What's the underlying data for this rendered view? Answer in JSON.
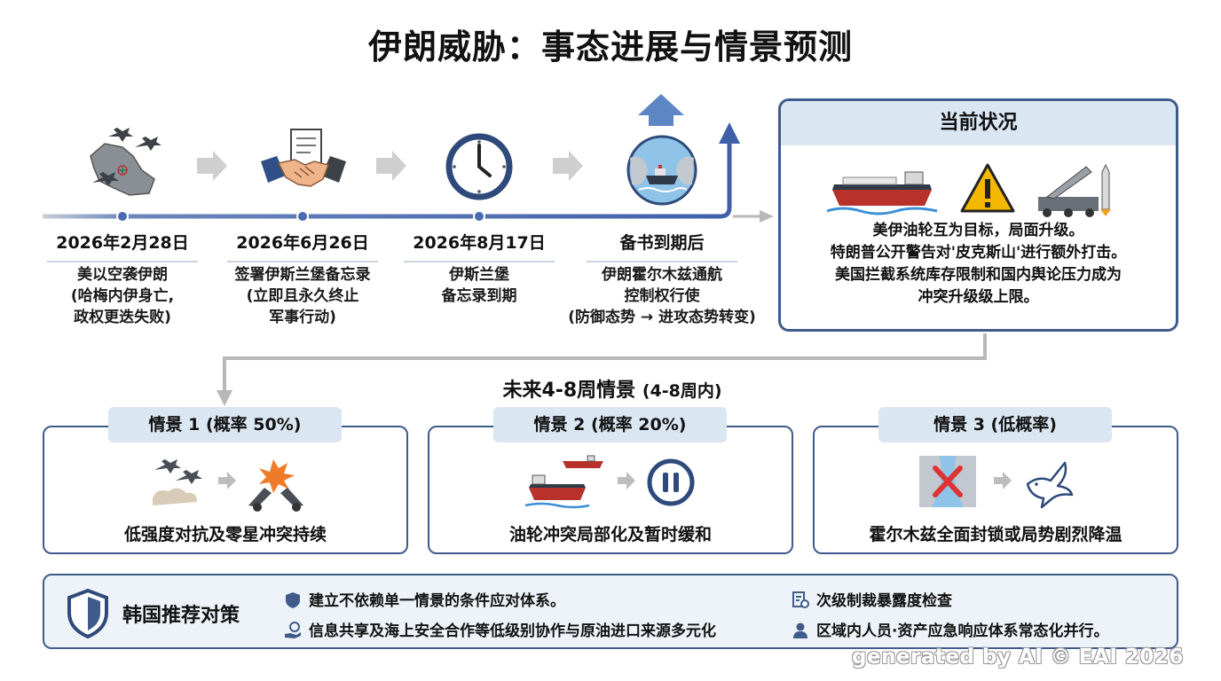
{
  "title": "伊朗威胁：事态进展与情景预测",
  "timeline": [
    {
      "date": "2026年2月28日",
      "lines": [
        "美以空袭伊朗",
        "(哈梅内伊身亡,",
        "政权更迭失败)"
      ],
      "icon": "jets-over-iran-map-icon"
    },
    {
      "date": "2026年6月26日",
      "lines": [
        "签署伊斯兰堡备忘录",
        "(立即且永久终止",
        "军事行动)"
      ],
      "icon": "handshake-document-icon"
    },
    {
      "date": "2026年8月17日",
      "lines": [
        "伊斯兰堡",
        "备忘录到期"
      ],
      "icon": "clock-icon"
    },
    {
      "date": "备书到期后",
      "lines": [
        "伊朗霍尔木兹通航",
        "控制权行使",
        "(防御态势 → 进攻态势转变)"
      ],
      "icon": "tanker-strait-icon"
    }
  ],
  "status": {
    "title": "当前状况",
    "lines": [
      "美伊油轮互为目标，局面升级。",
      "特朗普公开警告对'皮克斯山'进行额外打击。",
      "美国拦截系统库存限制和国内舆论压力成为",
      "冲突升级级上限。"
    ]
  },
  "future": {
    "title": "未来4-8周情景",
    "subtitle": "(4-8周内)"
  },
  "scenarios": [
    {
      "head": "情景 1 (概率 50%)",
      "text": "低强度对抗及零星冲突持续"
    },
    {
      "head": "情景 2 (概率 20%)",
      "text": "油轮冲突局部化及暂时缓和"
    },
    {
      "head": "情景 3 (低概率)",
      "text": "霍尔木兹全面封锁或局势剧烈降温"
    }
  ],
  "recommend": {
    "title": "韩国推荐对策",
    "items": [
      "建立不依赖单一情景的条件应对体系。",
      "信息共享及海上安全合作等低级别协作与原油进口来源多元化",
      "次级制裁暴露度检查",
      "区域内人员·资产应急响应体系常态化并行。"
    ]
  },
  "watermark": "generated by AI © EAI 2026",
  "colors": {
    "navy": "#3f5b8a",
    "line": "#4a6bb0",
    "light": "#dbe6f3",
    "arrow_gray": "#c8c8c8"
  }
}
